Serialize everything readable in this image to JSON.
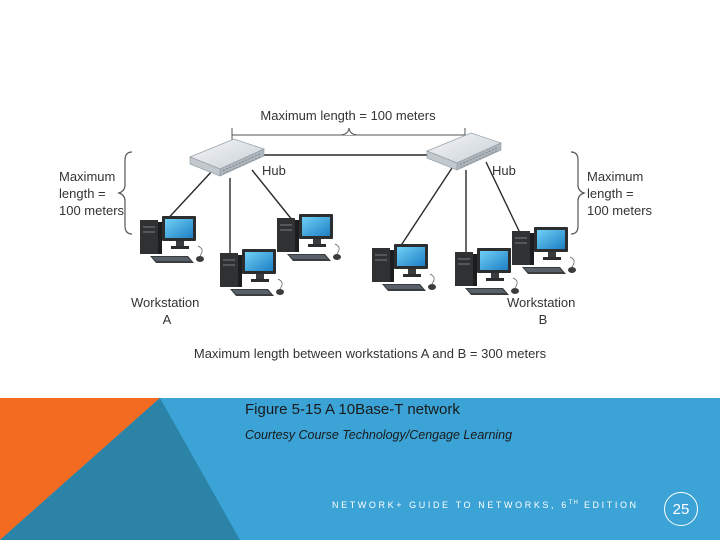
{
  "diagram": {
    "top_length_label": "Maximum length = 100 meters",
    "hub_left_label": "Hub",
    "hub_right_label": "Hub",
    "left_bracket_label": [
      "Maximum",
      "length =",
      "100 meters"
    ],
    "right_bracket_label": [
      "Maximum",
      "length =",
      "100 meters"
    ],
    "workstation_a_label": [
      "Workstation",
      "A"
    ],
    "workstation_b_label": [
      "Workstation",
      "B"
    ],
    "bottom_length_label": "Maximum length between workstations A and B = 300 meters"
  },
  "caption": "Figure 5-15 A 10Base-T network",
  "credit": "Courtesy Course Technology/Cengage Learning",
  "footer": {
    "text": "NETWORK+ GUIDE TO NETWORKS, 6",
    "superscript": "TH",
    "text_after": " EDITION"
  },
  "page_number": "25",
  "colors": {
    "orange": "#f26b21",
    "blue": "#3ba3d6",
    "dark_teal": "#2b83a8",
    "mid_teal": "#2f96c2"
  }
}
